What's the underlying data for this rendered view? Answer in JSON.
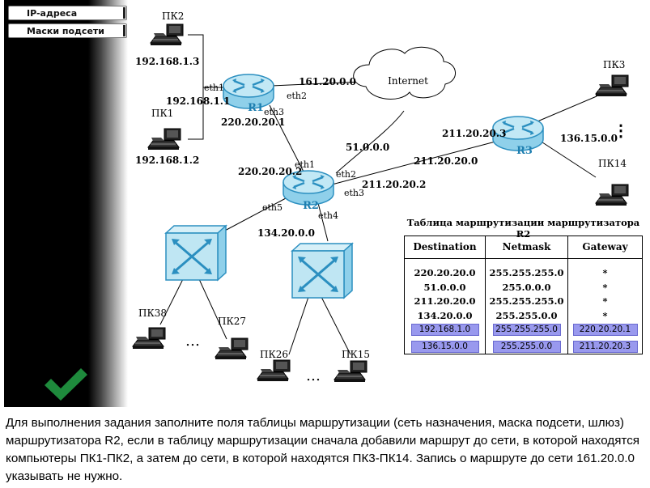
{
  "sidebar": {
    "buttons": [
      "IP-адреса",
      "Маски подсети"
    ]
  },
  "diagram": {
    "pcs": [
      "ПК2",
      "ПК1",
      "ПК3",
      "ПК14",
      "ПК38",
      "ПК27",
      "ПК26",
      "ПК15"
    ],
    "routers": [
      "R1",
      "R2",
      "R3"
    ],
    "cloud": "Internet",
    "ellipsis": "…",
    "ellipsis_v": "⋮",
    "ips": {
      "pc2": "192.168.1.3",
      "pc1": "192.168.1.2",
      "r1_eth1": "192.168.1.1",
      "r1_eth2_net": "161.20.0.0",
      "r1_eth3": "220.20.20.1",
      "r2_eth1": "220.20.20.2",
      "net_51": "51.0.0.0",
      "net_211": "211.20.20.0",
      "r2_eth3": "211.20.20.2",
      "r3_ip": "211.20.20.3",
      "net_136": "136.15.0.0",
      "net_134": "134.20.0.0"
    },
    "ifaces": [
      "eth1",
      "eth2",
      "eth3",
      "eth1",
      "eth2",
      "eth3",
      "eth5",
      "eth4"
    ]
  },
  "routing_table": {
    "title": "Таблица маршрутизации маршрутизатора R2",
    "headers": [
      "Destination",
      "Netmask",
      "Gateway"
    ],
    "rows": [
      [
        "220.20.20.0",
        "255.255.255.0",
        "*"
      ],
      [
        "51.0.0.0",
        "255.0.0.0",
        "*"
      ],
      [
        "211.20.20.0",
        "255.255.255.0",
        "*"
      ],
      [
        "134.20.0.0",
        "255.255.0.0",
        "*"
      ]
    ],
    "inputs": [
      [
        "192.168.1.0",
        "255.255.255.0",
        "220.20.20.1"
      ],
      [
        "136.15.0.0",
        "255.255.0.0",
        "211.20.20.3"
      ]
    ]
  },
  "task_text": "Для выполнения задания заполните поля таблицы маршрутизации (сеть назначения, маска подсети, шлюз) маршрутизатора R2, если в таблицу маршрутизации сначала добавили маршрут до сети, в которой находятся компьютеры ПК1-ПК2, а затем до сети, в которой находятся ПК3-ПК14. Запись о маршруте до сети 161.20.0.0 указывать не нужно.",
  "colors": {
    "router_fill": "#a9dcef",
    "router_stroke": "#2b8fc0",
    "switch_fill": "#bfe6f3",
    "input_fill": "#9999ee",
    "check": "#1e8a3c"
  }
}
